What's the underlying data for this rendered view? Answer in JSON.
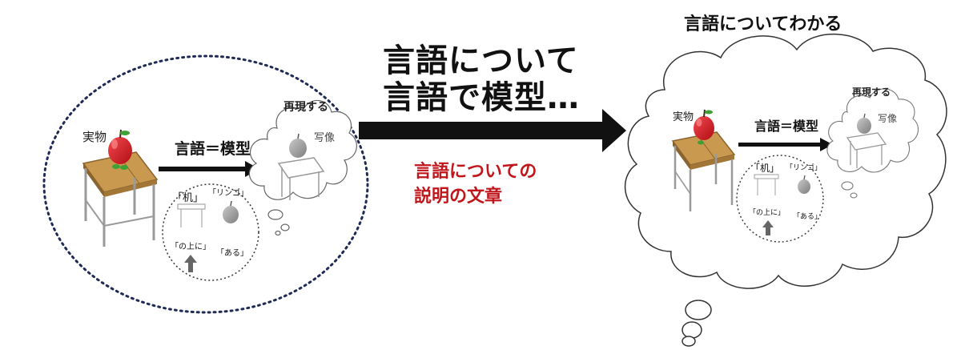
{
  "center": {
    "headline_line1": "言語について",
    "headline_line2": "言語で模型…",
    "note_line1": "言語についての",
    "note_line2": "説明の文章"
  },
  "right_title": "言語についてわかる",
  "left_panel": {
    "real_object": "実物",
    "equation": "言語＝模型",
    "reproduce": "再現する",
    "image": "写像",
    "words": {
      "desk": "「机」",
      "apple": "「リンゴ」",
      "on_top": "「の上に」",
      "exists": "「ある」"
    }
  },
  "right_panel": {
    "real_object": "実物",
    "equation": "言語＝模型",
    "reproduce": "再現する",
    "image": "写像",
    "words": {
      "desk": "「机」",
      "apple": "「リンゴ」",
      "on_top": "「の上に」",
      "exists": "「ある」"
    }
  },
  "colors": {
    "apple_red": "#d4141c",
    "table_wood": "#c8994f",
    "note_red": "#c0161b",
    "dotted_border": "#1f2b55"
  }
}
